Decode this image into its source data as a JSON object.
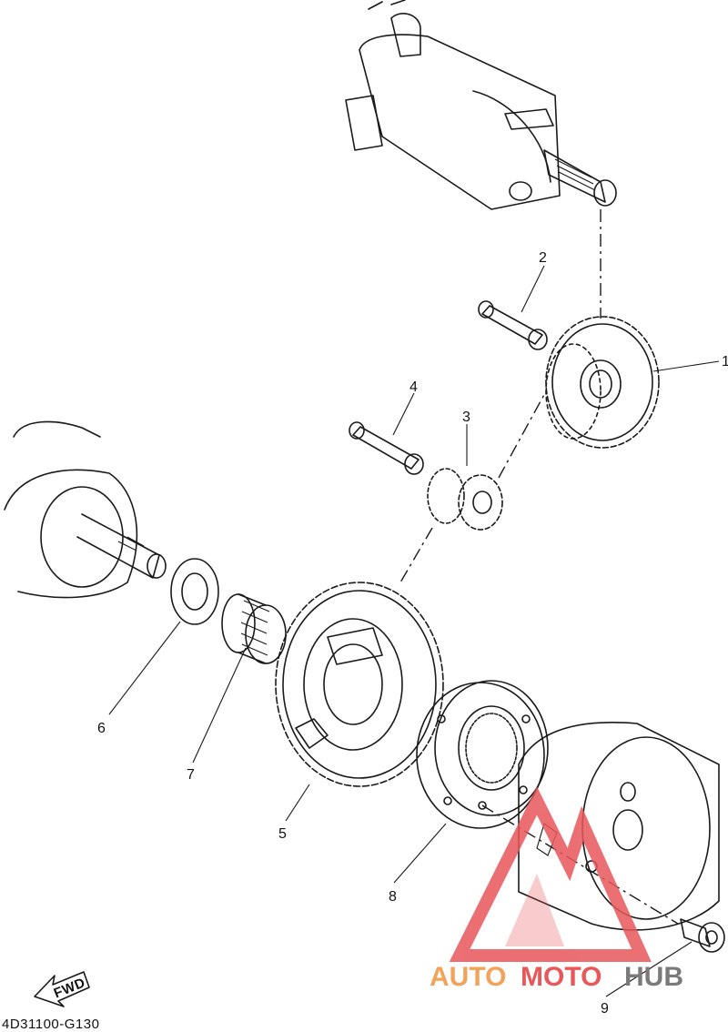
{
  "diagram": {
    "callouts": [
      {
        "id": "1",
        "label": "1"
      },
      {
        "id": "2",
        "label": "2"
      },
      {
        "id": "3",
        "label": "3"
      },
      {
        "id": "4",
        "label": "4"
      },
      {
        "id": "5",
        "label": "5"
      },
      {
        "id": "6",
        "label": "6"
      },
      {
        "id": "7",
        "label": "7"
      },
      {
        "id": "8",
        "label": "8"
      },
      {
        "id": "9",
        "label": "9"
      }
    ],
    "fwd_label": "FWD",
    "drawing_code": "4D31100-G130"
  },
  "watermark": {
    "part1": "AUTO",
    "part2": "MOTO",
    "part3": "HUB",
    "colors": {
      "orange": "#f2a35a",
      "red": "#e8575a",
      "gray": "#7a7a7a"
    }
  }
}
